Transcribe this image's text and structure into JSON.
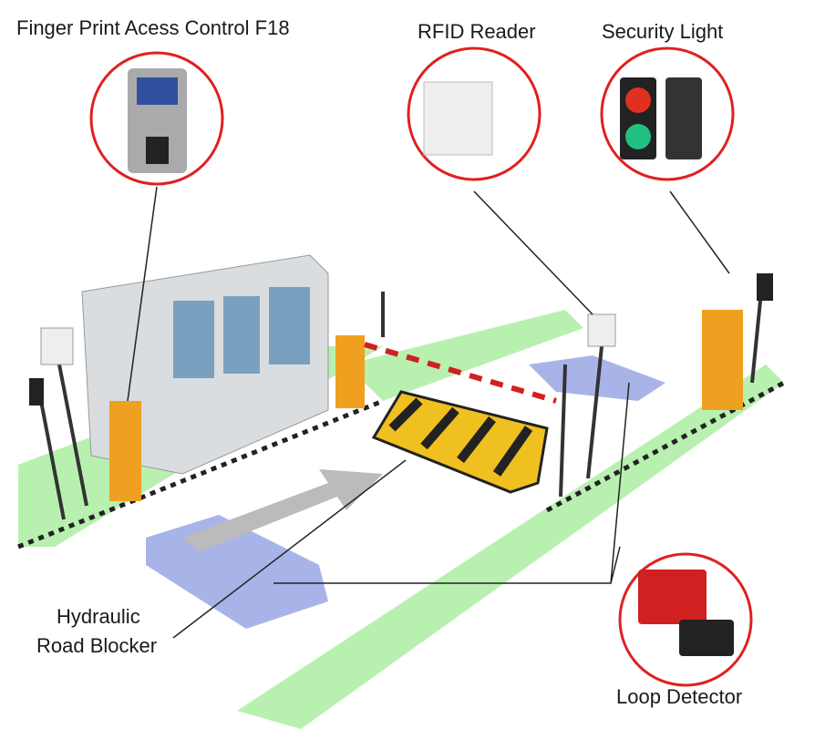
{
  "labels": {
    "fingerprint": "Finger Print Acess Control F18",
    "rfid": "RFID Reader",
    "security_light": "Security Light",
    "road_blocker_line1": "Hydraulic",
    "road_blocker_line2": "Road Blocker",
    "loop_detector": "Loop Detector"
  },
  "colors": {
    "callout_ring": "#e02020",
    "lane_green": "#b8f0b0",
    "loop_blue": "#a8b4e8",
    "barrier_orange": "#f0a020",
    "blocker_yellow": "#f0c020"
  }
}
